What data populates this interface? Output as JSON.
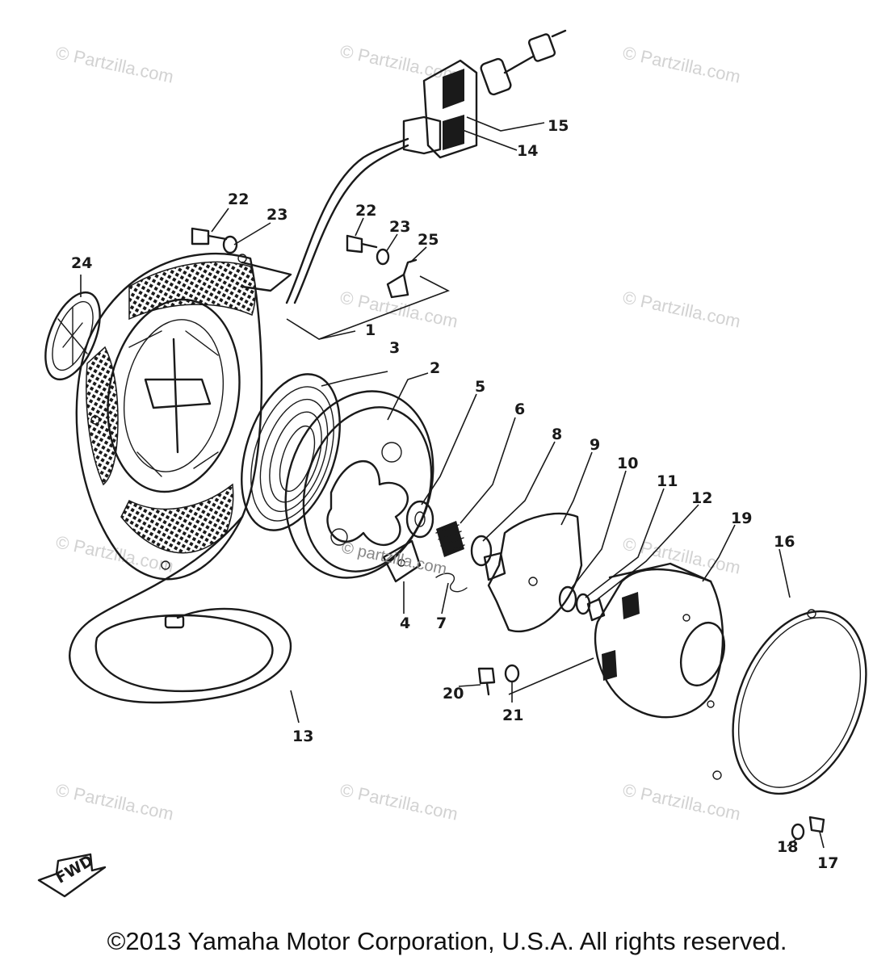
{
  "watermark": "© Partzilla.com",
  "center_watermark": "© partzilla.com",
  "fwd_label": "FWD",
  "callouts": [
    "1",
    "2",
    "3",
    "4",
    "5",
    "6",
    "7",
    "8",
    "9",
    "10",
    "11",
    "12",
    "13",
    "14",
    "15",
    "16",
    "17",
    "18",
    "19",
    "20",
    "21",
    "22",
    "22",
    "23",
    "23",
    "24",
    "25"
  ],
  "copyright": "©2013 Yamaha Motor Corporation, U.S.A. All rights reserved."
}
